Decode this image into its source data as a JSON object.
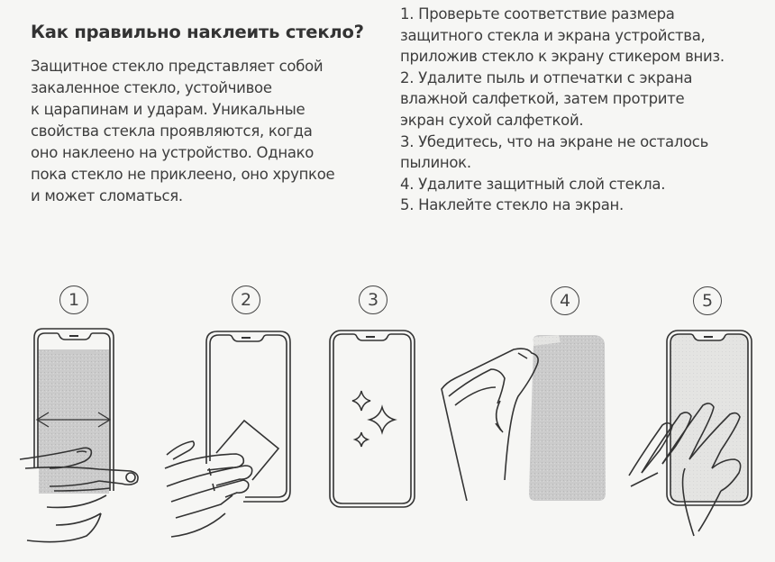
{
  "header": {
    "title": "Как правильно наклеить стекло?"
  },
  "intro": {
    "lines": [
      "Защитное стекло представляет собой",
      "закаленное стекло, устойчивое",
      "к царапинам и ударам. Уникальные",
      "свойства стекла проявляются, когда",
      "оно наклеено на устройство. Однако",
      "пока стекло не приклеено, оно хрупкое",
      "и может сломаться."
    ]
  },
  "instructions": {
    "lines": [
      "1. Проверьте соответствие размера",
      "защитного стекла и экрана устройства,",
      "приложив стекло к экрану стикером вниз.",
      "2. Удалите пыль и отпечатки с экрана",
      "влажной салфеткой, затем протрите",
      "экран сухой салфеткой.",
      "3. Убедитесь, что на экране не осталось",
      "пылинок.",
      "4. Удалите защитный слой стекла.",
      "5. Наклейте стекло на экран."
    ]
  },
  "illustrations": {
    "steps": [
      {
        "number": "1",
        "icon": "phone-with-glass-size-check-icon"
      },
      {
        "number": "2",
        "icon": "phone-wipe-with-cloth-icon"
      },
      {
        "number": "3",
        "icon": "phone-clean-sparkles-icon"
      },
      {
        "number": "4",
        "icon": "peel-glass-protective-layer-icon"
      },
      {
        "number": "5",
        "icon": "apply-glass-to-phone-icon"
      }
    ]
  },
  "colors": {
    "background": "#f6f6f4",
    "text": "#3d3d3d",
    "glass_fill": "#c9c9c9",
    "outline": "#333333"
  }
}
